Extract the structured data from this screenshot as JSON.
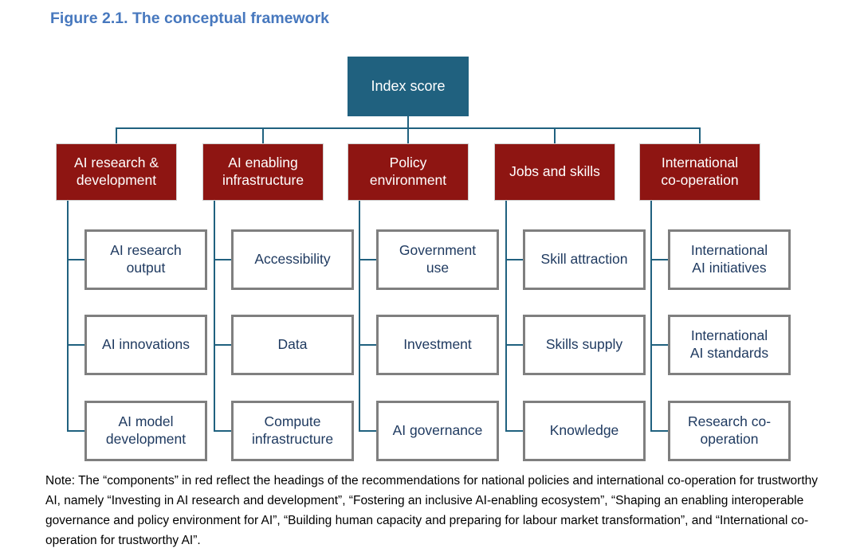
{
  "figure": {
    "title": "Figure 2.1. The conceptual framework"
  },
  "root": {
    "label": "Index score"
  },
  "pillars": [
    {
      "label": "AI research &\ndevelopment",
      "subs": [
        "AI research\noutput",
        "AI innovations",
        "AI model\ndevelopment"
      ]
    },
    {
      "label": "AI enabling\ninfrastructure",
      "subs": [
        "Accessibility",
        "Data",
        "Compute\ninfrastructure"
      ]
    },
    {
      "label": "Policy\nenvironment",
      "subs": [
        "Government\nuse",
        "Investment",
        "AI governance"
      ]
    },
    {
      "label": "Jobs and skills",
      "subs": [
        "Skill attraction",
        "Skills supply",
        "Knowledge"
      ]
    },
    {
      "label": "International\nco-operation",
      "subs": [
        "International\nAI initiatives",
        "International\nAI standards",
        "Research co-\noperation"
      ]
    }
  ],
  "note": "Note: The “components” in red reflect the headings of the recommendations for national policies and international co-operation for trustworthy AI, namely “Investing in AI research and development”, “Fostering an inclusive AI-enabling ecosystem”, “Shaping an enabling interoperable governance and policy environment for AI”, “Building human capacity and preparing for labour market transformation”, and “International co-operation for trustworthy AI”.",
  "colors": {
    "title_blue": "#4778BE",
    "node_teal": "#20617F",
    "pillar_red": "#8E1512",
    "sub_border": "#7F7F7F",
    "sub_text": "#1F3A60"
  }
}
